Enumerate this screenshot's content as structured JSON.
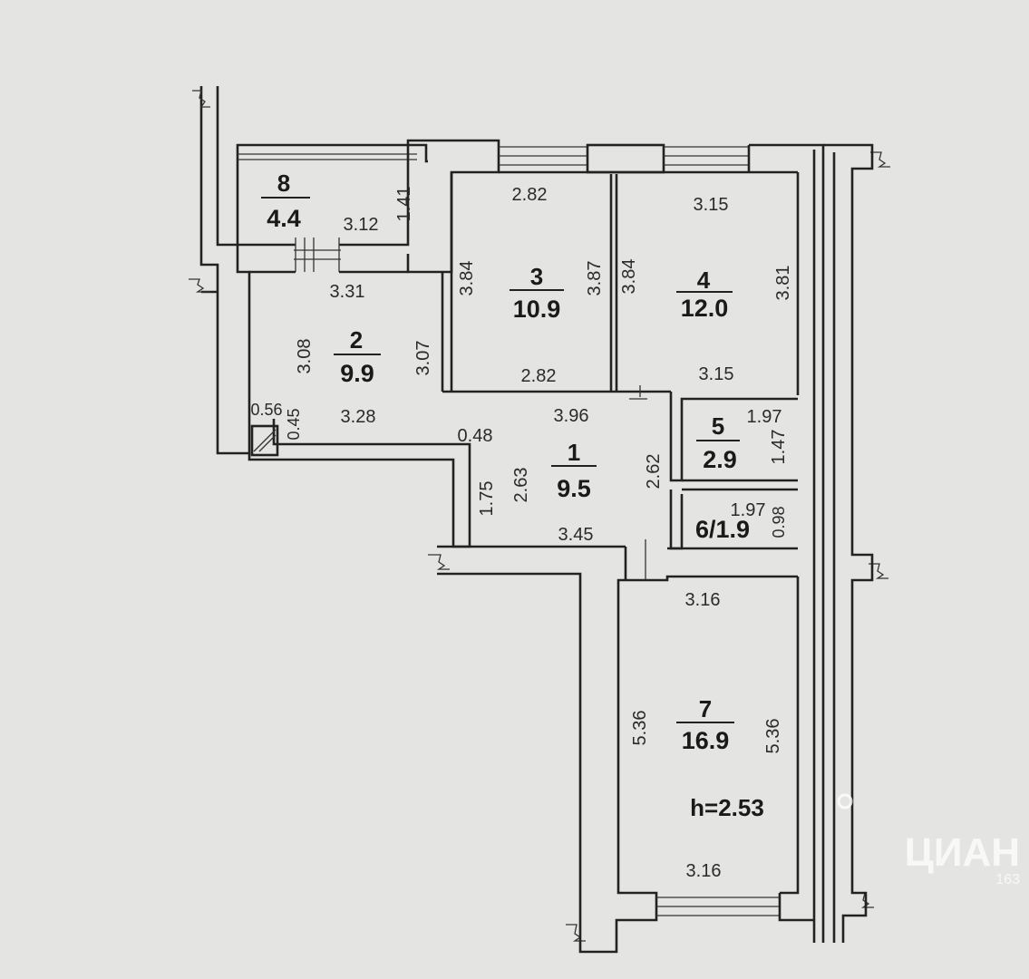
{
  "rooms": [
    {
      "number": "8",
      "area": "4.4"
    },
    {
      "number": "2",
      "area": "9.9"
    },
    {
      "number": "3",
      "area": "10.9"
    },
    {
      "number": "4",
      "area": "12.0"
    },
    {
      "number": "1",
      "area": "9.5"
    },
    {
      "number": "5",
      "area": "2.9"
    },
    {
      "number": "6/1.9"
    },
    {
      "number": "7",
      "area": "16.9"
    }
  ],
  "dimensions": {
    "r8_width": "3.12",
    "r8_depth": "1.41",
    "r2_top": "3.31",
    "r2_left": "3.08",
    "r2_right": "3.07",
    "r2_bottom": "3.28",
    "r2_niche_w": "0.56",
    "r2_niche_d": "0.45",
    "r3_top": "2.82",
    "r3_left": "3.84",
    "r3_right": "3.87",
    "r3_bottom": "2.82",
    "r4_top": "3.15",
    "r4_left": "3.84",
    "r4_right": "3.81",
    "r4_bottom": "3.15",
    "r1_top": "3.96",
    "r1_step": "0.48",
    "r1_left_a": "1.75",
    "r1_left_b": "2.63",
    "r1_right": "2.62",
    "r1_bottom": "3.45",
    "r5_width": "1.97",
    "r5_depth": "1.47",
    "r6_width": "1.97",
    "r6_depth": "0.98",
    "r7_top": "3.16",
    "r7_left": "5.36",
    "r7_right": "5.36",
    "r7_bottom": "3.16"
  },
  "ceiling_height": "h=2.53",
  "watermark": {
    "brand": "ЦИАН",
    "sub": "163"
  }
}
